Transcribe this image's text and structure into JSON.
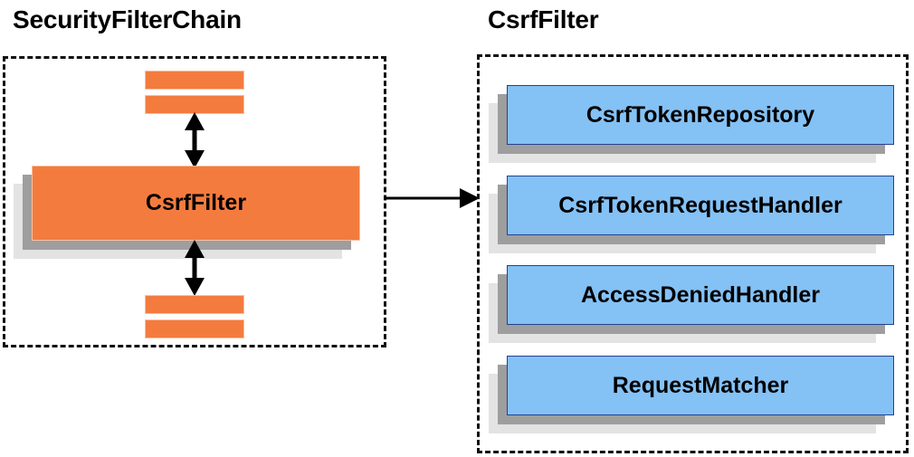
{
  "diagram": {
    "title_left": "SecurityFilterChain",
    "title_right": "CsrfFilter",
    "colors": {
      "orange_fill": "#F47B3E",
      "orange_border": "#F9C0A0",
      "blue_fill": "#84C1F5",
      "blue_border": "#26408F",
      "shadow_dark": "#9E9E9E",
      "shadow_light": "#E3E3E3",
      "outline": "#111111",
      "text": "#000000"
    },
    "left_panel": {
      "title": "SecurityFilterChain",
      "focus_node": {
        "label": "CsrfFilter"
      },
      "filter_bars_above": 2,
      "filter_bars_below": 2,
      "connector_above": "double-headed-vertical-arrow",
      "connector_below": "double-headed-vertical-arrow"
    },
    "right_panel": {
      "title": "CsrfFilter",
      "collaborators": [
        {
          "label": "CsrfTokenRepository"
        },
        {
          "label": "CsrfTokenRequestHandler"
        },
        {
          "label": "AccessDeniedHandler"
        },
        {
          "label": "RequestMatcher"
        }
      ]
    },
    "link": {
      "from": "SecurityFilterChain.CsrfFilter",
      "to": "CsrfFilter detail panel",
      "style": "single-headed-horizontal-arrow"
    }
  }
}
